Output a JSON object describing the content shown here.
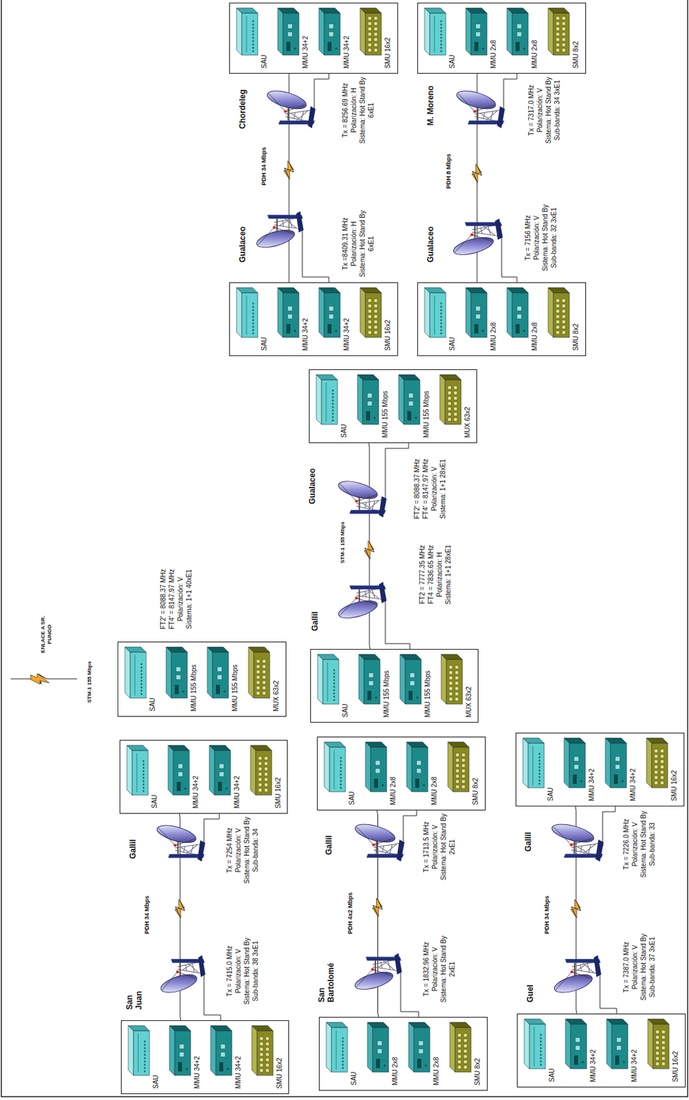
{
  "diagram": {
    "nodes": [
      {
        "text": [
          "San Juan",
          "Tx = 7415.0 MHz Polarización: V Sistema: Hot Stand By Sub-banda: 38 3xE1"
        ]
      },
      {
        "text": [
          "SAU"
        ],
        "in": 0
      },
      {
        "text": [
          "MMU 34+2"
        ],
        "in": 0
      },
      {
        "text": [
          "MMU 34+2"
        ],
        "in": 0
      },
      {
        "text": [
          "SMU 16x2"
        ],
        "in": 0
      },
      {
        "text": [
          "Gallil",
          "Tx = 7254 MHz Polarización: V Sistema: Hot Stand By Sub-banda: 34"
        ]
      },
      {
        "text": [
          "SAU"
        ],
        "in": 5
      },
      {
        "text": [
          "MMU 34+2"
        ],
        "in": 5
      },
      {
        "text": [
          "MMU 34+2"
        ],
        "in": 5
      },
      {
        "text": [
          "SMU 16x2"
        ],
        "in": 5
      },
      {
        "text": [
          "FT2' = 8088.37 MHz FT4' = 8147.97 MHz Polarización: V Sistema: 1+1 40xE1"
        ]
      },
      {
        "text": [
          "SAU"
        ],
        "in": 10
      },
      {
        "text": [
          "MMU 155 Mbps"
        ],
        "in": 10
      },
      {
        "text": [
          "MMU 155 Mbps"
        ],
        "in": 10
      },
      {
        "text": [
          "MUX 63x2"
        ],
        "in": 10
      },
      {
        "text": [
          "Gallil",
          "FT2 = 7777.35 MHz FT4 = 7836.65 MHz Polarización: H Sistema: 1+1 28xE1"
        ]
      },
      {
        "text": [
          "SAU"
        ],
        "in": 15
      },
      {
        "text": [
          "MMU 155 Mbps"
        ],
        "in": 15
      },
      {
        "text": [
          "MMU 155 Mbps"
        ],
        "in": 15
      },
      {
        "text": [
          "MUX 63x2"
        ],
        "in": 15
      },
      {
        "text": [
          "Gualaceo",
          "FT2' = 8088.37 MHz FT4' = 8147.97 MHz Polarización: V Sistema: 1+1 28xE1"
        ]
      },
      {
        "text": [
          "SAU"
        ],
        "in": 20
      },
      {
        "text": [
          "MMU 155 Mbps"
        ],
        "in": 20
      },
      {
        "text": [
          "MMU 155 Mbps"
        ],
        "in": 20
      },
      {
        "text": [
          "MUX 63x2"
        ],
        "in": 20
      },
      {
        "text": [
          "Gualaceo",
          "Tx =8409.31 MHz Polarización: H Sistema: Hot Stand By 6xE1"
        ]
      },
      {
        "text": [
          "SAU"
        ],
        "in": 25
      },
      {
        "text": [
          "MMU 34+2"
        ],
        "in": 25
      },
      {
        "text": [
          "MMU 34+2"
        ],
        "in": 25
      },
      {
        "text": [
          "SMU 16x2"
        ],
        "in": 25
      },
      {
        "text": [
          "Chordeleg",
          "Tx = 8256.69 MHz Polarización: H Sistema: Hot Stand By 6xE1"
        ]
      },
      {
        "text": [
          "SAU"
        ],
        "in": 30
      },
      {
        "text": [
          "MMU 34+2"
        ],
        "in": 30
      },
      {
        "text": [
          "MMU 34+2"
        ],
        "in": 30
      },
      {
        "text": [
          "SMU 16x2"
        ],
        "in": 30
      },
      {
        "text": [
          "San Bartolomé",
          "Tx = 1832.96 MHz Polarización: V Sistema: Hot Stand By 2xE1"
        ]
      },
      {
        "text": [
          "SAU"
        ],
        "in": 35
      },
      {
        "text": [
          "MMU 2x8"
        ],
        "in": 35
      },
      {
        "text": [
          "MMU 2x8"
        ],
        "in": 35
      },
      {
        "text": [
          "SMU 8x2"
        ],
        "in": 35
      },
      {
        "text": [
          "Gallil",
          "Tx = 1713.5 MHz Polarización: V Sistema: Hot Stand By 2xE1"
        ]
      },
      {
        "text": [
          "SAU"
        ],
        "in": 40
      },
      {
        "text": [
          "MMU 2x8"
        ],
        "in": 40
      },
      {
        "text": [
          "MMU 2x8"
        ],
        "in": 40
      },
      {
        "text": [
          "SMU 8x2"
        ],
        "in": 40
      },
      {
        "text": [
          "Guel",
          "Tx = 7387.0 MHz Polarización: V Sistema: Hot Stand By Sub-banda: 37 3xE1"
        ]
      },
      {
        "text": [
          "SAU"
        ],
        "in": 45
      },
      {
        "text": [
          "MMU 34+2"
        ],
        "in": 45
      },
      {
        "text": [
          "MMU 34+2"
        ],
        "in": 45
      },
      {
        "text": [
          "SMU 16x2"
        ],
        "in": 45
      },
      {
        "text": [
          "Gallil",
          "Tx = 7226.0 MHz Polarización: V Sistema: Hot Stand By Sub-banda: 33"
        ]
      },
      {
        "text": [
          "SAU"
        ],
        "in": 50
      },
      {
        "text": [
          "MMU 34+2"
        ],
        "in": 50
      },
      {
        "text": [
          "MMU 34+2"
        ],
        "in": 50
      },
      {
        "text": [
          "SMU 16x2"
        ],
        "in": 50
      },
      {
        "text": [
          "Gualaceo",
          "Tx = 7156 MHz Polarización: V Sistema: Hot Stand By Sub-banda: 32 3xE1"
        ]
      },
      {
        "text": [
          "SAU"
        ],
        "in": 55
      },
      {
        "text": [
          "MMU 2x8"
        ],
        "in": 55
      },
      {
        "text": [
          "MMU 2x8"
        ],
        "in": 55
      },
      {
        "text": [
          "SMU 8x2"
        ],
        "in": 55
      },
      {
        "text": [
          "M. Moreno",
          "Tx = 7317.0 MHz Polarización: V Sistema: Hot Stand By Sub-banda: 34 3xE1"
        ]
      },
      {
        "text": [
          "SAU"
        ],
        "in": 60
      },
      {
        "text": [
          "MMU 2x8"
        ],
        "in": 60
      },
      {
        "text": [
          "MMU 2x8"
        ],
        "in": 60
      },
      {
        "text": [
          "SMU 8x2"
        ],
        "in": 60
      }
    ],
    "edges": [
      {
        "from": 0,
        "to": 5,
        "label": "PDH 34 Mbps",
        "arrow": "none"
      },
      {
        "from": 15,
        "to": 20,
        "label": "STM-1 155 Mbps",
        "arrow": "none"
      },
      {
        "from": 25,
        "to": 30,
        "label": "PDH 34 Mbps",
        "arrow": "none"
      },
      {
        "from": 35,
        "to": 40,
        "label": "PDH 4x2 Mbps",
        "arrow": "none"
      },
      {
        "from": 45,
        "to": 50,
        "label": "PDH 34 Mbps",
        "arrow": "none"
      },
      {
        "from": 55,
        "to": 60,
        "label": "PDH 8 Mbps",
        "arrow": "none"
      }
    ],
    "labels": [
      "ENLACE A SR. PUNGO",
      "STM-1 155 Mbps"
    ]
  }
}
